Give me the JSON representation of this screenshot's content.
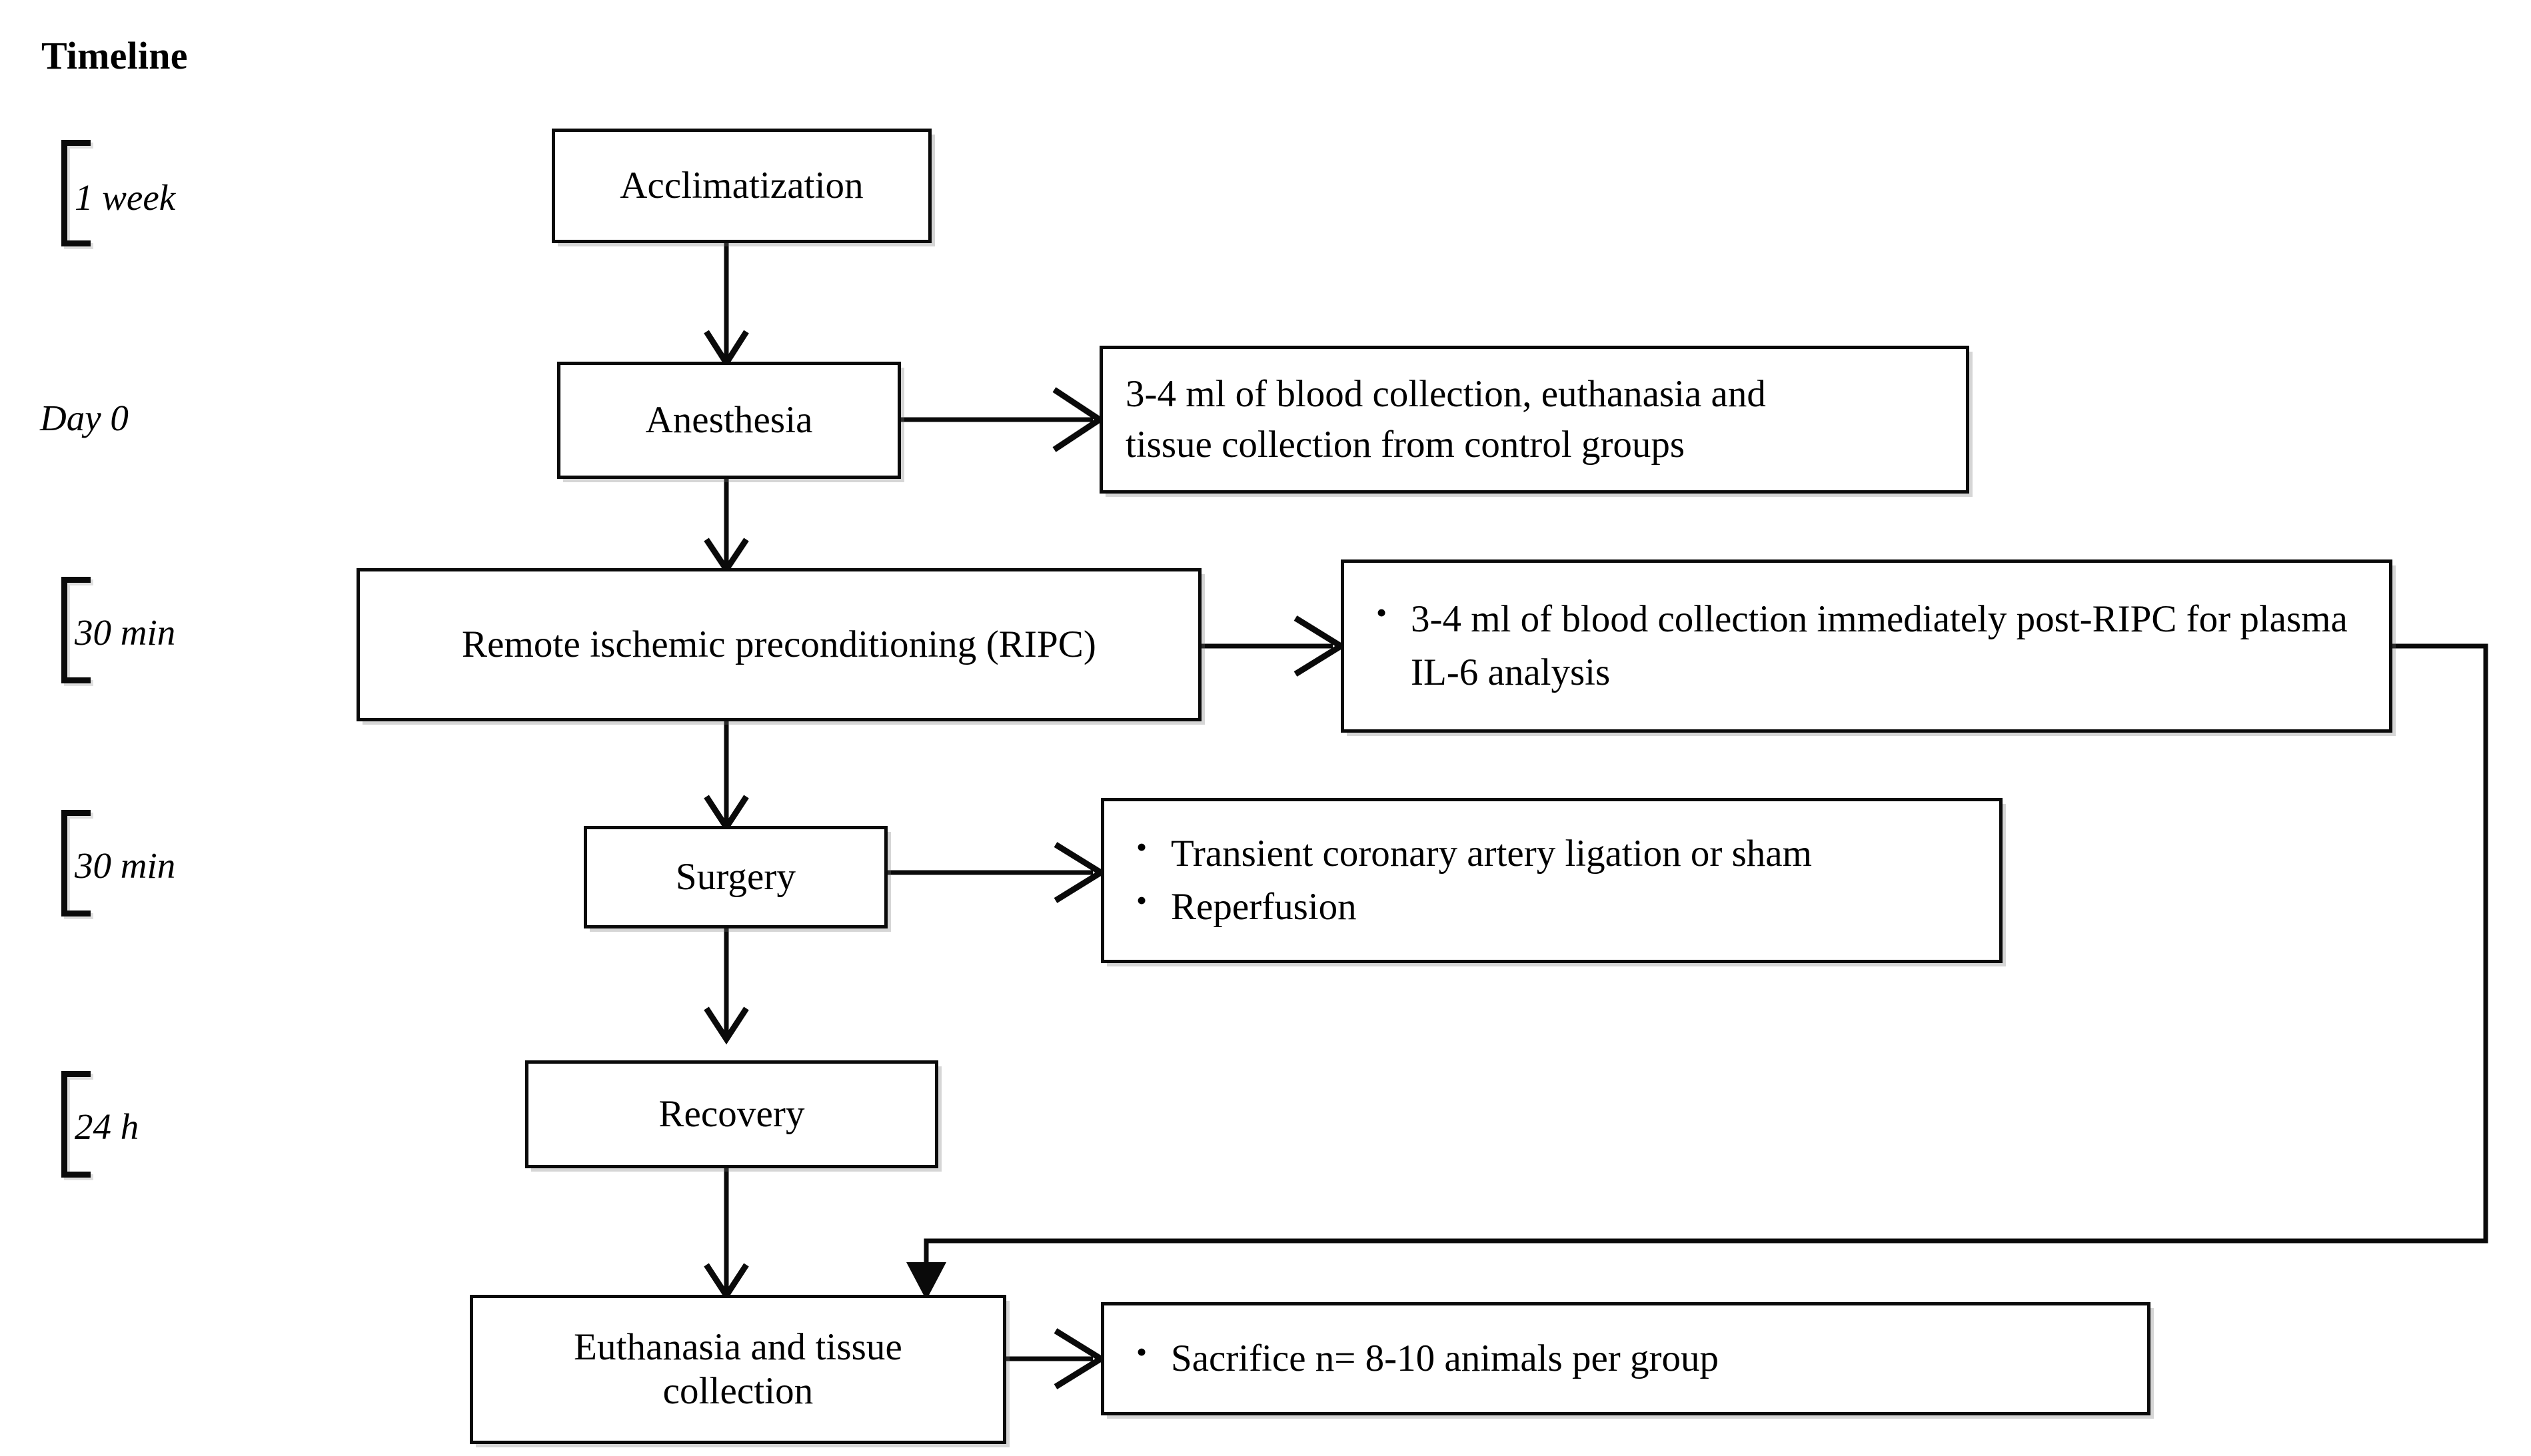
{
  "figure": {
    "type": "flowchart",
    "orientation": "top-to-bottom",
    "title": "Experimental timeline flowchart"
  },
  "timeline": {
    "header": "Timeline",
    "entries": [
      {
        "label": "1 week",
        "bracket": true
      },
      {
        "label": "Day 0",
        "bracket": false
      },
      {
        "label": "30 min",
        "bracket": true
      },
      {
        "label": "30 min",
        "bracket": true
      },
      {
        "label": "24 h",
        "bracket": true
      }
    ]
  },
  "nodes": {
    "acclimatization": "Acclimatization",
    "anesthesia": "Anesthesia",
    "ripc": "Remote ischemic preconditioning (RIPC)",
    "surgery": "Surgery",
    "recovery": "Recovery",
    "euthanasia_line1": "Euthanasia and tissue",
    "euthanasia_line2": "collection"
  },
  "side_boxes": {
    "anesthesia_note": {
      "line1": "3-4 ml of blood collection, euthanasia and",
      "line2": "tissue collection from control groups"
    },
    "ripc_note": {
      "bullets": [
        "3-4 ml of blood collection immediately post-RIPC for plasma IL-6 analysis"
      ]
    },
    "surgery_note": {
      "bullets": [
        "Transient coronary artery ligation or sham",
        "Reperfusion"
      ]
    },
    "euthanasia_note": {
      "bullets": [
        "Sacrifice n= 8-10 animals per group"
      ]
    }
  },
  "edges": [
    {
      "from": "acclimatization",
      "to": "anesthesia",
      "kind": "vertical-arrow"
    },
    {
      "from": "anesthesia",
      "to": "anesthesia_note",
      "kind": "horizontal-arrow"
    },
    {
      "from": "anesthesia",
      "to": "ripc",
      "kind": "vertical-arrow"
    },
    {
      "from": "ripc",
      "to": "ripc_note",
      "kind": "horizontal-arrow"
    },
    {
      "from": "ripc",
      "to": "surgery",
      "kind": "vertical-arrow"
    },
    {
      "from": "surgery",
      "to": "surgery_note",
      "kind": "horizontal-arrow"
    },
    {
      "from": "surgery",
      "to": "recovery",
      "kind": "vertical-arrow"
    },
    {
      "from": "recovery",
      "to": "euthanasia",
      "kind": "vertical-arrow"
    },
    {
      "from": "ripc_note",
      "to": "euthanasia",
      "kind": "routed-arrow"
    },
    {
      "from": "euthanasia",
      "to": "euthanasia_note",
      "kind": "horizontal-arrow"
    }
  ],
  "colors": {
    "stroke": "#0a0a0a",
    "background": "#ffffff",
    "shadow": "#b4b4b4"
  }
}
